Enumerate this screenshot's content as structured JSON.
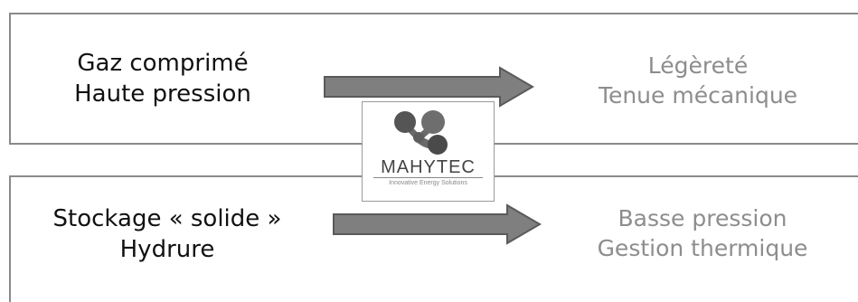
{
  "top_row": {
    "left_lines": [
      "Gaz comprimé",
      "Haute pression"
    ],
    "right_lines": [
      "Légèreté",
      "Tenue mécanique"
    ]
  },
  "bottom_row": {
    "left_lines": [
      "Stockage « solide »",
      "Hydrure"
    ],
    "right_lines": [
      "Basse pression",
      "Gestion thermique"
    ]
  },
  "logo": {
    "name": "MAHYTEC",
    "tagline": "Innovative Energy Solutions",
    "icon": "molecule-logo-icon"
  },
  "colors": {
    "border": "#8a8a8a",
    "arrow_fill": "#7f7f7f",
    "arrow_stroke": "#5a5a5a",
    "dark_text": "#111111",
    "light_text": "#8d8d8d"
  }
}
